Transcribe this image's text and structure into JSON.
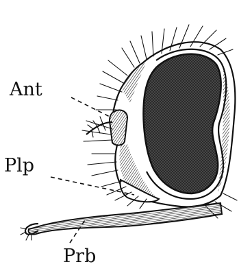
{
  "figure": {
    "labels": {
      "antenna": "Ant",
      "palp": "Plp",
      "proboscis": "Prb"
    }
  }
}
